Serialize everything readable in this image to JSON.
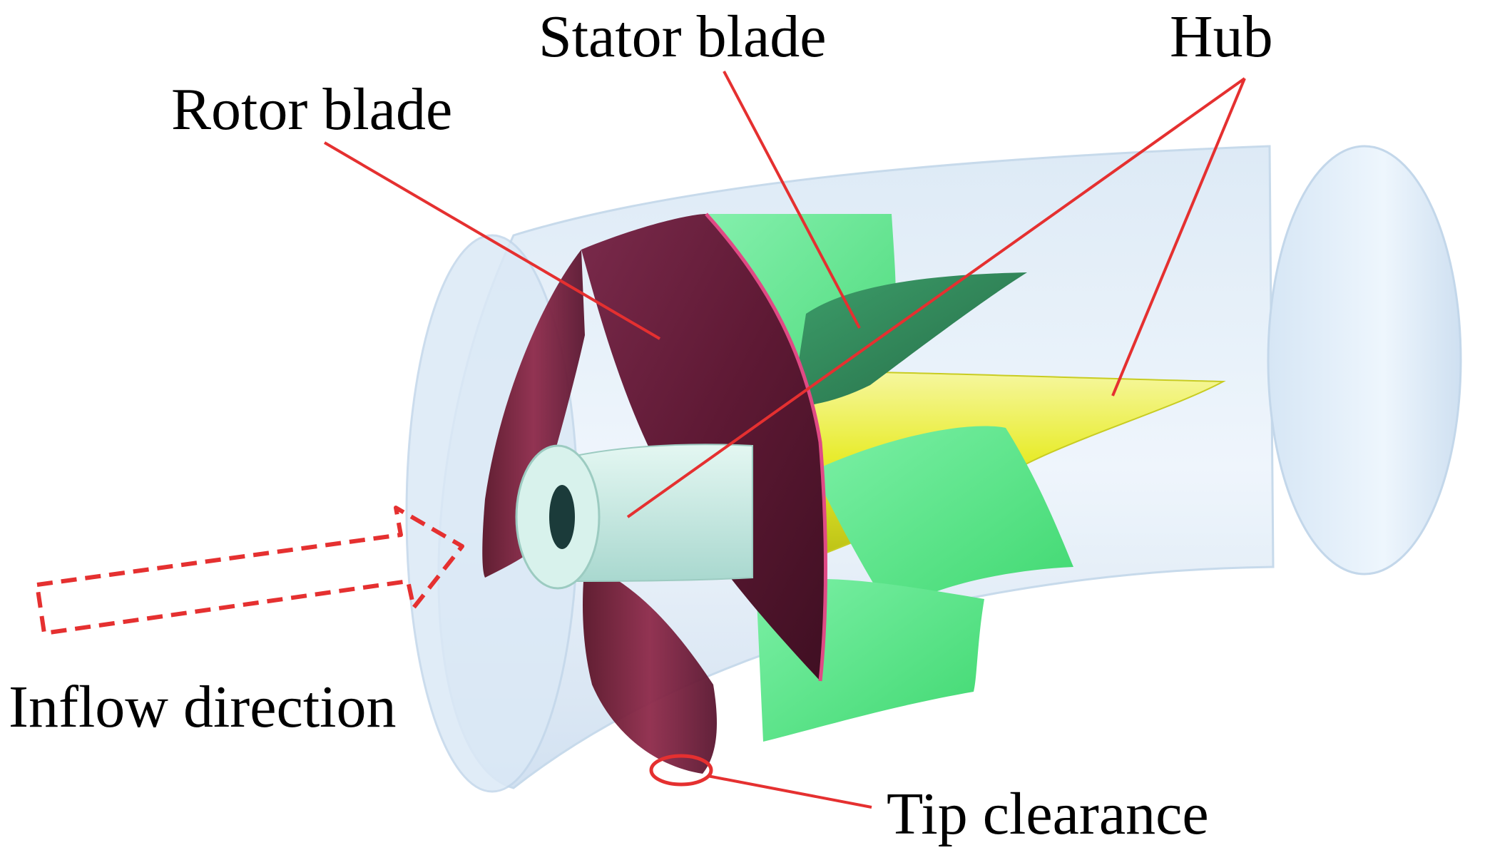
{
  "labels": {
    "stator_blade": "Stator blade",
    "hub": "Hub",
    "rotor_blade": "Rotor blade",
    "inflow_direction": "Inflow direction",
    "tip_clearance": "Tip clearance"
  },
  "colors": {
    "casing": "#cfe2f3",
    "rotor_blade": "#6b1f3c",
    "stator_blade": "#4fe07f",
    "hub": "#e7ea3a",
    "inlet_hub": "#c8ede6",
    "annotation": "#e53030"
  }
}
